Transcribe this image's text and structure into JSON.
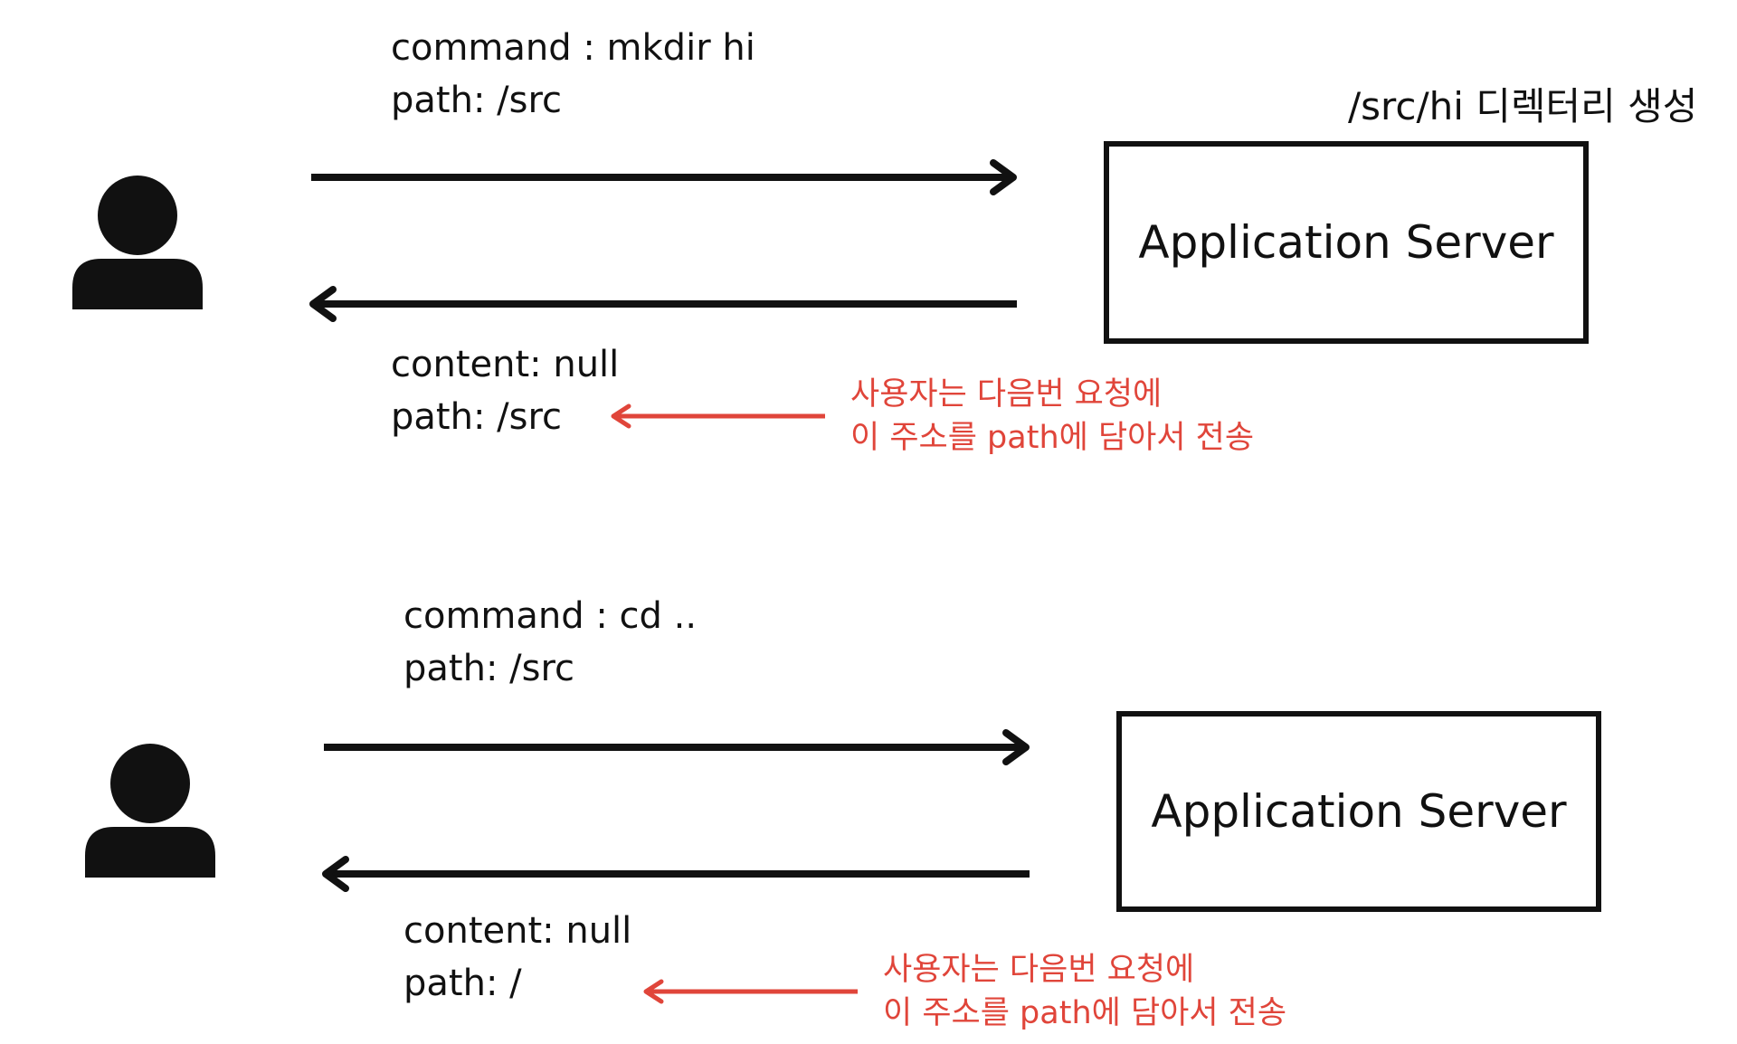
{
  "colors": {
    "primary": "#111111",
    "accent": "#e0453a"
  },
  "icons": {
    "user": "user-icon"
  },
  "scenarios": [
    {
      "request": {
        "command": "command : mkdir hi",
        "path": "path: /src"
      },
      "server_label": "Application Server",
      "server_result": "/src/hi 디렉터리 생성",
      "response": {
        "content": "content: null",
        "path": "path: /src"
      },
      "note": {
        "line1": "사용자는 다음번 요청에",
        "line2": "이 주소를 path에 담아서 전송"
      }
    },
    {
      "request": {
        "command": "command : cd ..",
        "path": "path: /src"
      },
      "server_label": "Application Server",
      "response": {
        "content": "content: null",
        "path": "path: /"
      },
      "note": {
        "line1": "사용자는 다음번 요청에",
        "line2": "이 주소를 path에 담아서 전송"
      }
    }
  ]
}
